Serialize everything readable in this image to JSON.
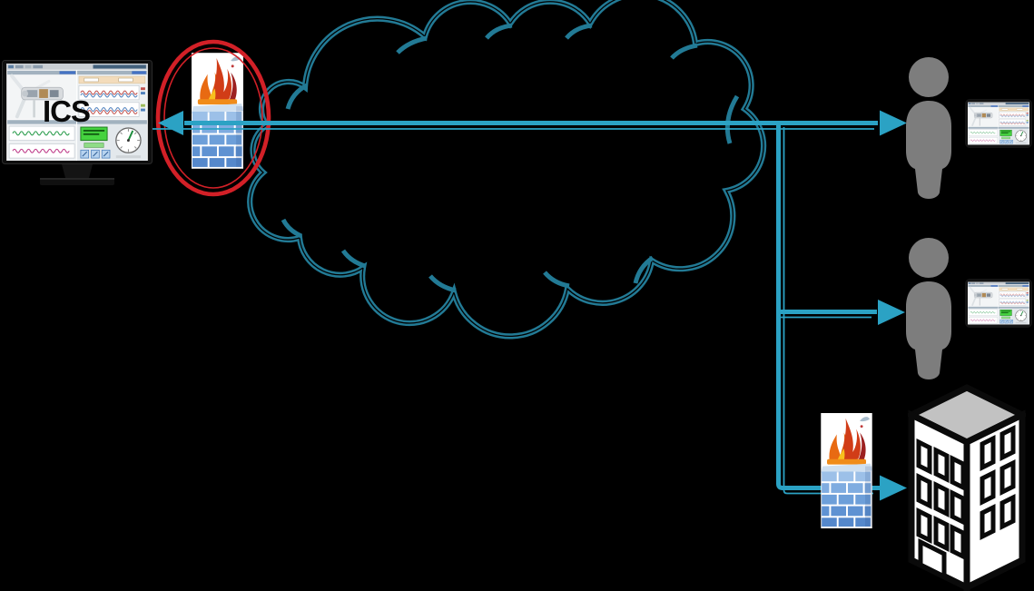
{
  "page": {
    "background": "#000000"
  },
  "labels": {
    "ics": "ICS"
  },
  "colors": {
    "background": "#000000",
    "cloud": "#227a95",
    "arrow": "#2ba2c4",
    "alert": "#d22027",
    "person": "#7d7d7d",
    "building-outline": "#0a0a0a",
    "building-roof": "#c2c2c2"
  },
  "nodes": {
    "ics_workstation": {
      "name": "ics-workstation",
      "label": "ICS",
      "icon": "monitor-dashboard-icon"
    },
    "perimeter_firewall": {
      "name": "perimeter-firewall",
      "icon": "firewall-flames-icon",
      "highlight": "red-ellipse"
    },
    "network_cloud": {
      "name": "network-cloud",
      "icon": "cloud-outline-icon"
    },
    "remote_operator_1": {
      "name": "remote-operator-1",
      "icon": "person-silhouette-icon",
      "device": "tablet-dashboard-icon"
    },
    "remote_operator_2": {
      "name": "remote-operator-2",
      "icon": "person-silhouette-icon",
      "device": "tablet-dashboard-icon"
    },
    "corporate_firewall": {
      "name": "corporate-firewall",
      "icon": "firewall-flames-icon"
    },
    "corporate_building": {
      "name": "corporate-building",
      "icon": "office-building-icon"
    }
  },
  "connections": [
    {
      "from": "network-cloud",
      "to": "ics-workstation",
      "style": "teal-double-line-arrow"
    },
    {
      "from": "network-cloud",
      "to": "remote-operator-1",
      "style": "teal-double-line-arrow"
    },
    {
      "from": "network-cloud",
      "to": "remote-operator-2",
      "style": "teal-double-line-arrow"
    },
    {
      "from": "network-cloud",
      "to": "corporate-building",
      "style": "teal-double-line-arrow",
      "through": "corporate-firewall"
    }
  ]
}
